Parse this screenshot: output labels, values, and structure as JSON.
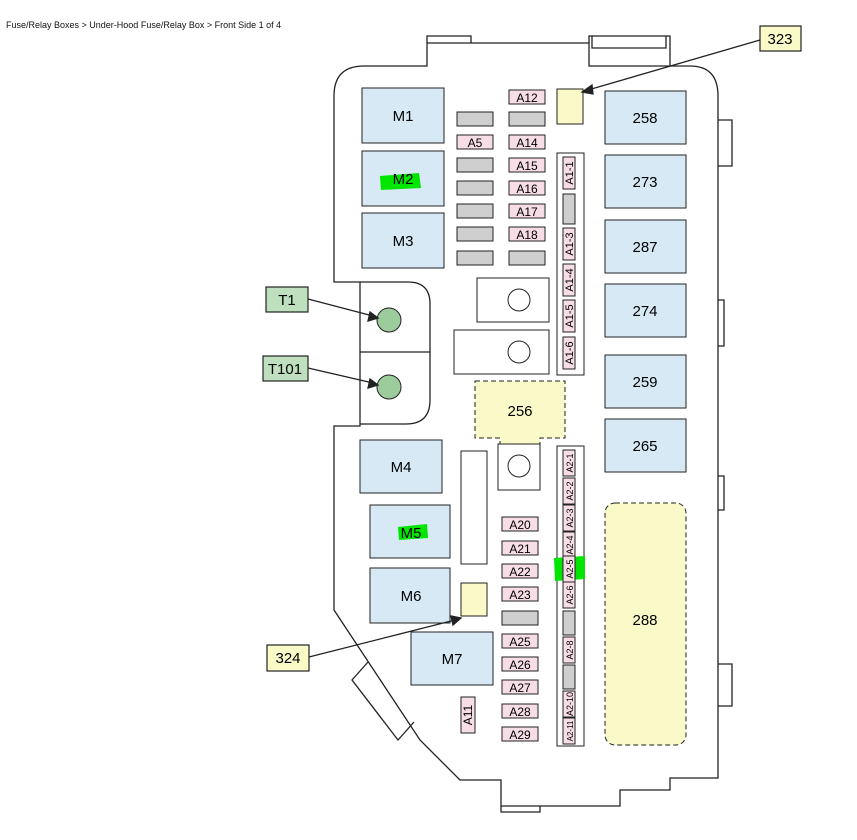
{
  "header": {
    "breadcrumb": "Fuse/Relay Boxes > Under-Hood Fuse/Relay Box > Front Side  1 of 4"
  },
  "colors": {
    "relay_fill": "#d6e9f5",
    "fuse_fill": "#f6dde6",
    "callout_fill": "#fafac8",
    "terminal_fill": "#9ccc9c",
    "terminal_label_fill": "#bfe0bf",
    "gray_fuse_fill": "#cfcfcf",
    "highlight": "#00e600",
    "outline": "#222222"
  },
  "callouts": {
    "c323": "323",
    "c324": "324",
    "t1": "T1",
    "t101": "T101"
  },
  "relays": {
    "M1": "M1",
    "M2": "M2",
    "M3": "M3",
    "M4": "M4",
    "M5": "M5",
    "M6": "M6",
    "M7": "M7",
    "r258": "258",
    "r273": "273",
    "r287": "287",
    "r274": "274",
    "r259": "259",
    "r265": "265"
  },
  "zones": {
    "z256": "256",
    "z288": "288"
  },
  "fuses": {
    "A5": "A5",
    "A11": "A11",
    "A12": "A12",
    "A14": "A14",
    "A15": "A15",
    "A16": "A16",
    "A17": "A17",
    "A18": "A18",
    "A20": "A20",
    "A21": "A21",
    "A22": "A22",
    "A23": "A23",
    "A25": "A25",
    "A26": "A26",
    "A27": "A27",
    "A28": "A28",
    "A29": "A29"
  },
  "strip1": [
    "A1-1",
    "A1-3",
    "A1-4",
    "A1-5",
    "A1-6"
  ],
  "strip2": [
    "A2-1",
    "A2-2",
    "A2-3",
    "A2-4",
    "A2-5",
    "A2-6",
    "A2-8",
    "A2-10",
    "A2-11"
  ]
}
